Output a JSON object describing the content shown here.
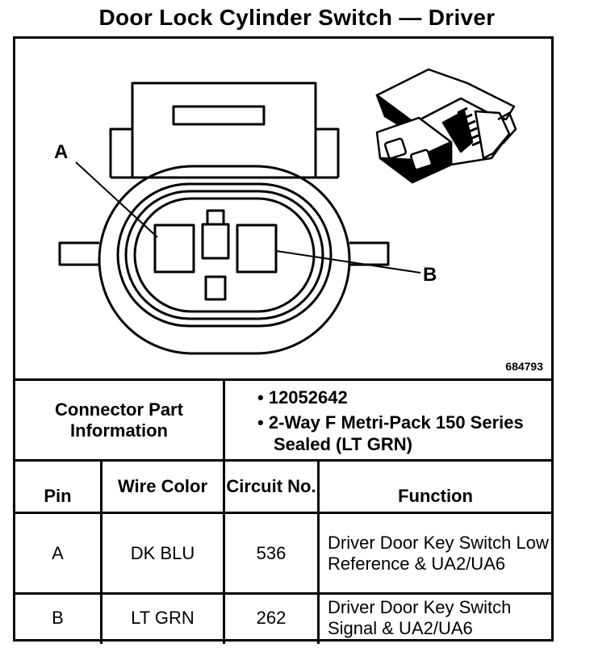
{
  "title": "Door Lock Cylinder Switch — Driver",
  "figure": {
    "pin_label_a": "A",
    "pin_label_b": "B",
    "figure_number": "684793"
  },
  "connector": {
    "label": "Connector Part Information",
    "items": [
      "12052642",
      "2-Way F Metri-Pack 150 Series Sealed (LT GRN)"
    ]
  },
  "table": {
    "headers": {
      "pin": "Pin",
      "wire_color": "Wire Color",
      "circuit": "Circuit No.",
      "function": "Function"
    },
    "rows": [
      {
        "pin": "A",
        "wire_color": "DK BLU",
        "circuit": "536",
        "function": "Driver Door Key Switch Low Reference & UA2/UA6"
      },
      {
        "pin": "B",
        "wire_color": "LT GRN",
        "circuit": "262",
        "function": "Driver Door Key Switch Signal & UA2/UA6"
      }
    ]
  }
}
